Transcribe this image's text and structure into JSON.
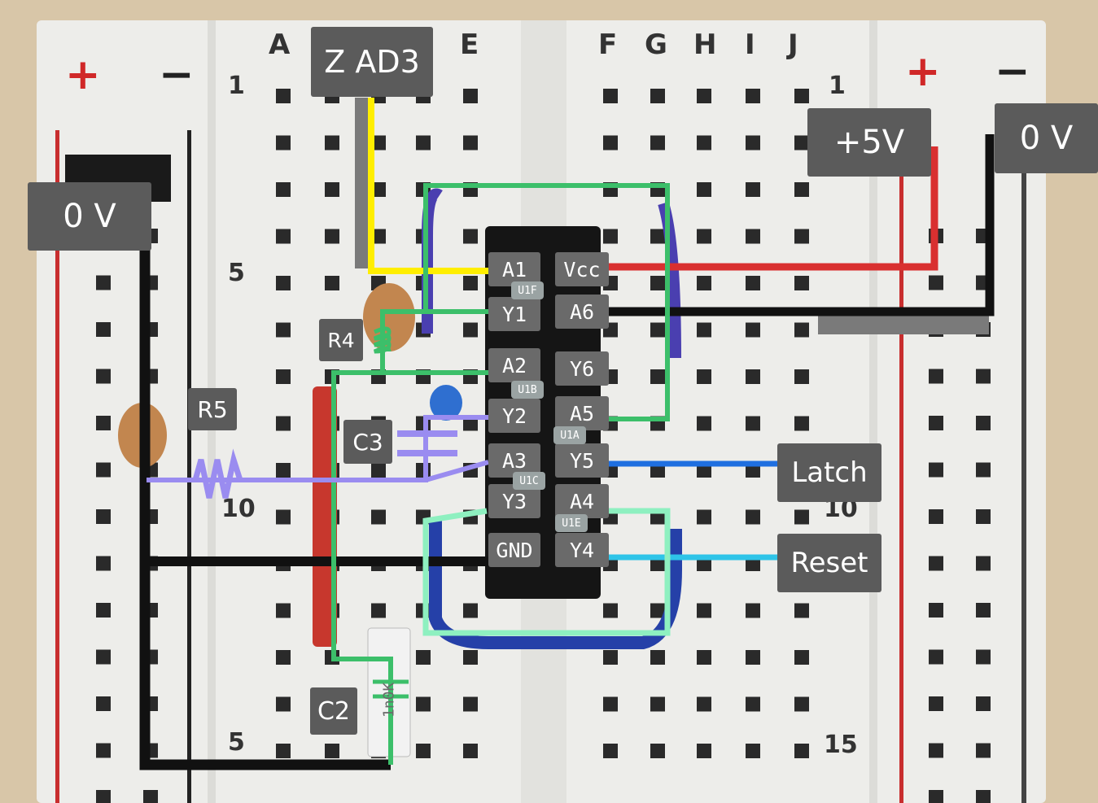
{
  "breadboard": {
    "rail_plus_left": "+",
    "rail_minus_left": "−",
    "rail_plus_right": "+",
    "rail_minus_right": "−",
    "col_a": "A",
    "col_e": "E",
    "col_f": "F",
    "col_g": "G",
    "col_h": "H",
    "col_i": "I",
    "col_j": "J",
    "row_1_left": "1",
    "row_1_right": "1",
    "row_5": "5",
    "row_10_left": "10",
    "row_10_right": "10",
    "row_15_left": "5",
    "row_15_right": "15"
  },
  "labels": {
    "ad3": "Z  AD3",
    "plus5v": "+5V",
    "zero_v_left": "0 V",
    "zero_v_right": "0 V",
    "r4": "R4",
    "r5": "R5",
    "c3": "C3",
    "c2": "C2",
    "latch": "Latch",
    "reset": "Reset",
    "capacitor_marking": "1n0K"
  },
  "chip": {
    "pins_left": [
      "A1",
      "Y1",
      "A2",
      "Y2",
      "A3",
      "Y3",
      "GND"
    ],
    "pins_right": [
      "Vcc",
      "A6",
      "Y6",
      "A5",
      "Y5",
      "A4",
      "Y4"
    ],
    "units": [
      "U1F",
      "U1B",
      "U1A",
      "U1C",
      "U1E"
    ]
  },
  "colors": {
    "signal_yellow": "#ffee00",
    "vcc_red": "#d93030",
    "ground_black": "#111111",
    "green_net": "#3cbf6a",
    "purple_net": "#9a8cf0",
    "latch_blue": "#1f6fe0",
    "reset_cyan": "#2ec4e8",
    "mint_net": "#8ef0c0"
  }
}
